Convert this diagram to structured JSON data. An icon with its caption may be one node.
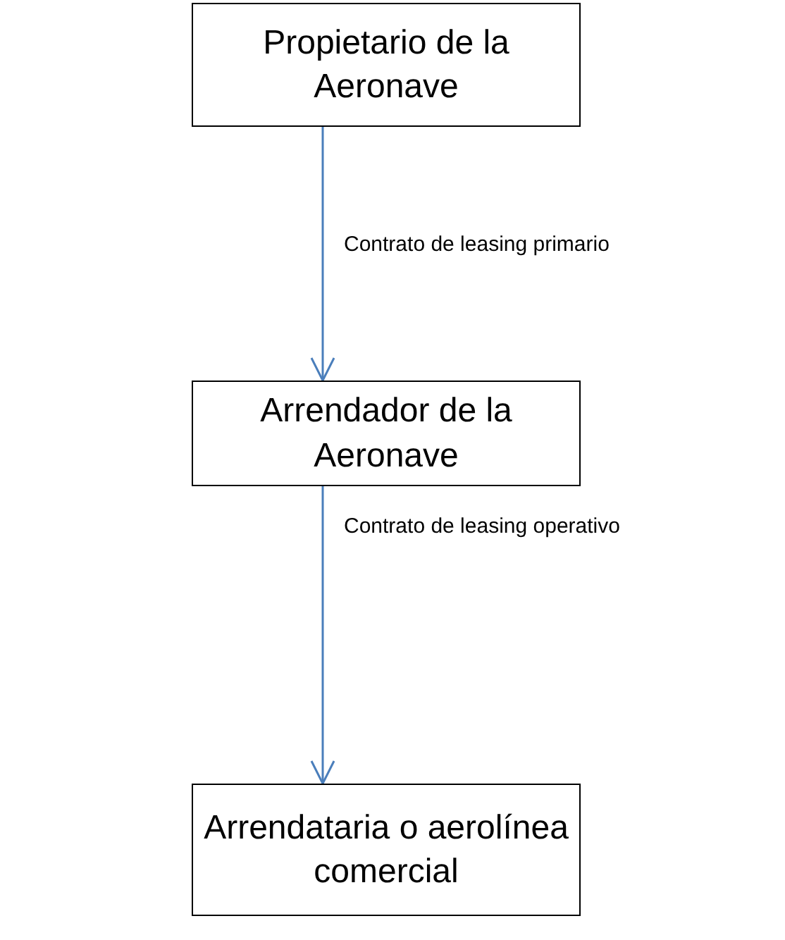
{
  "diagram": {
    "nodes": [
      {
        "text": [
          "Propietario de la Aeronave"
        ]
      },
      {
        "text": [
          "Arrendador de la Aeronave"
        ]
      },
      {
        "text": [
          "Arrendataria o aerolínea comercial"
        ]
      }
    ],
    "edges": [
      {
        "from": 0,
        "to": 1,
        "arrow": "to",
        "label": "Contrato de leasing primario"
      },
      {
        "from": 1,
        "to": 2,
        "arrow": "to",
        "label": "Contrato de leasing operativo"
      }
    ]
  }
}
